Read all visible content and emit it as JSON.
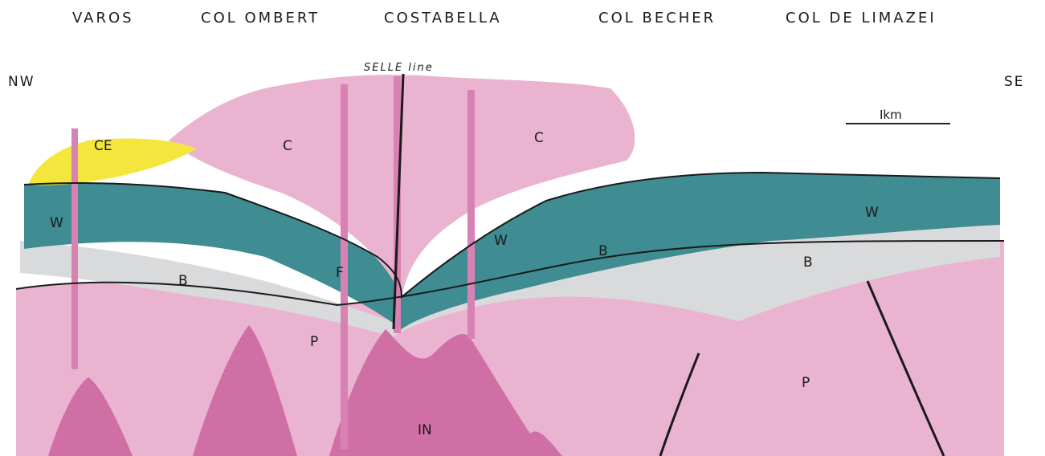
{
  "places": [
    "VAROS",
    "COL OMBERT",
    "COSTABELLA",
    "COL BECHER",
    "COL DE LIMAZEI"
  ],
  "orientation": {
    "left": "NW",
    "right": "SE"
  },
  "scale": "Ikm",
  "fault_name": "SELLE line",
  "unit_labels": {
    "ce": "CE",
    "c": "C",
    "w": "W",
    "b": "B",
    "p": "P",
    "f": "F",
    "in": "IN"
  },
  "colors": {
    "pink_layer": "#eab4d0",
    "intrusion": "#cf6fa6",
    "dyke": "#d882b4",
    "teal_layer": "#3f8c93",
    "grey_layer": "#d9dadc",
    "yellow_layer": "#f3e63c",
    "outline": "#1a1a1a"
  }
}
